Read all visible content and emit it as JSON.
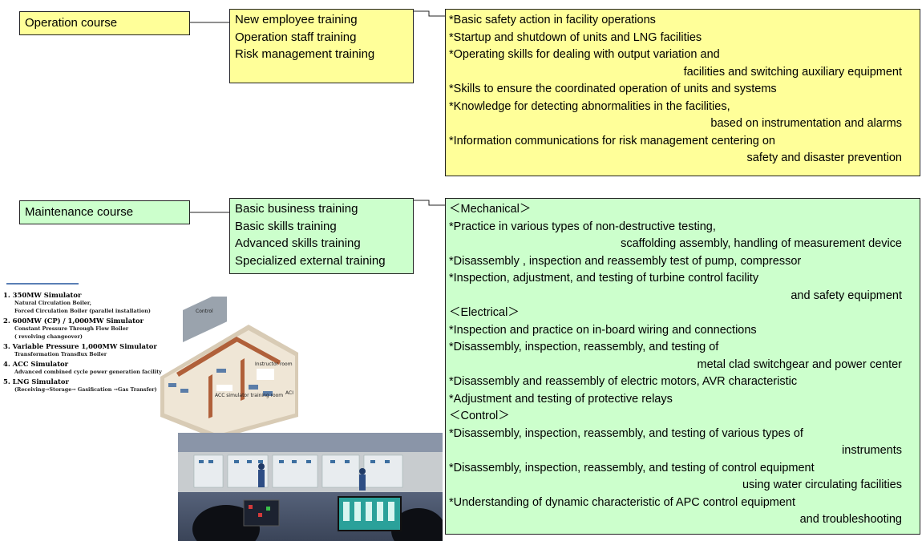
{
  "operation": {
    "course_label": "Operation course",
    "trainings": [
      "New employee training",
      "Operation staff training",
      "Risk management training"
    ],
    "details": [
      {
        "text": "*Basic safety action in facility operations",
        "indent": false
      },
      {
        "text": "*Startup and shutdown of units and LNG facilities",
        "indent": false
      },
      {
        "text": "*Operating skills for dealing with output variation and",
        "indent": false
      },
      {
        "text": "facilities and switching auxiliary equipment",
        "indent": true
      },
      {
        "text": "*Skills to ensure the coordinated operation of units and systems",
        "indent": false
      },
      {
        "text": "*Knowledge for detecting abnormalities in the facilities,",
        "indent": false
      },
      {
        "text": "based on instrumentation and alarms",
        "indent": true
      },
      {
        "text": "*Information communications for risk management centering on",
        "indent": false
      },
      {
        "text": "safety and disaster prevention",
        "indent": true
      }
    ]
  },
  "maintenance": {
    "course_label": "Maintenance course",
    "trainings": [
      "Basic business training",
      "Basic skills training",
      "Advanced skills training",
      "Specialized external training"
    ],
    "details": [
      {
        "text": "＜Mechanical＞",
        "indent": false
      },
      {
        "text": "*Practice in various types of non-destructive testing,",
        "indent": false
      },
      {
        "text": "scaffolding assembly, handling of measurement device",
        "indent": true
      },
      {
        "text": "*Disassembly , inspection and reassembly test of pump, compressor",
        "indent": false
      },
      {
        "text": "*Inspection, adjustment, and testing of turbine control facility",
        "indent": false
      },
      {
        "text": "and safety equipment",
        "indent": true
      },
      {
        "text": "＜Electrical＞",
        "indent": false
      },
      {
        "text": "*Inspection and practice on in-board wiring and connections",
        "indent": false
      },
      {
        "text": "*Disassembly, inspection, reassembly, and testing of",
        "indent": false
      },
      {
        "text": "metal clad switchgear and power center",
        "indent": true
      },
      {
        "text": "*Disassembly and reassembly of electric motors, AVR characteristic",
        "indent": false
      },
      {
        "text": "*Adjustment and testing of protective relays",
        "indent": false
      },
      {
        "text": "＜Control＞",
        "indent": false
      },
      {
        "text": "*Disassembly, inspection, reassembly, and testing of various types of",
        "indent": false
      },
      {
        "text": "instruments",
        "indent": true
      },
      {
        "text": "*Disassembly, inspection, reassembly, and testing of control equipment",
        "indent": false
      },
      {
        "text": "using water circulating facilities",
        "indent": true
      },
      {
        "text": "*Understanding of dynamic characteristic of APC control equipment",
        "indent": false
      },
      {
        "text": "and troubleshooting",
        "indent": true
      }
    ]
  },
  "simulators": [
    {
      "title": "1.  350MW Simulator",
      "lines": [
        "Natural Circulation Boiler,",
        "Forced Circulation Boiler (parallel installation)"
      ]
    },
    {
      "title": "2.  600MW (CP) / 1,000MW Simulator",
      "lines": [
        "Constant Pressure Through Flow Boiler",
        "( revolving changeover)"
      ]
    },
    {
      "title": "3.  Variable Pressure 1,000MW Simulator",
      "lines": [
        "Transformation Transflux Boiler"
      ]
    },
    {
      "title": "4.   ACC Simulator",
      "lines": [
        "Advanced combined cycle power generation  facility"
      ]
    },
    {
      "title": "5.  LNG Simulator",
      "lines": [
        "(Receiving→Storage→ Gasification →Gas Transfer)"
      ]
    }
  ],
  "floorplan": {
    "labels": [
      "Control",
      "Instructor room",
      "ACC simulator training room",
      "ACI"
    ]
  },
  "colors": {
    "operation_fill": "#ffff99",
    "maintenance_fill": "#ccffcc",
    "border": "#222222"
  }
}
